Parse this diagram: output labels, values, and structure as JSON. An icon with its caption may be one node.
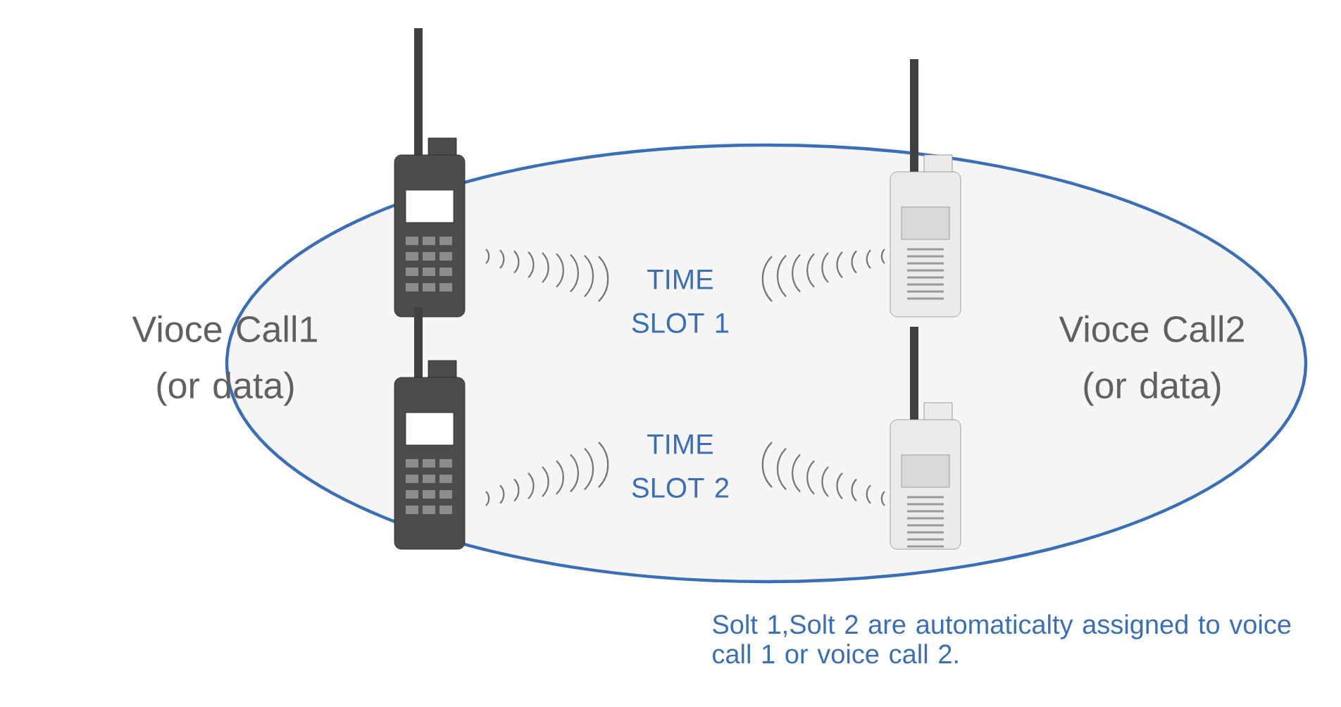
{
  "diagram": {
    "labels": [
      "Vioce Call1 (or data)",
      "TIME SLOT 1",
      "Vioce Call2 (or data)",
      "TIME SLOT 2",
      "Solt 1,Solt 2 are automaticalty assigned to voice call 1 or voice call 2."
    ]
  }
}
